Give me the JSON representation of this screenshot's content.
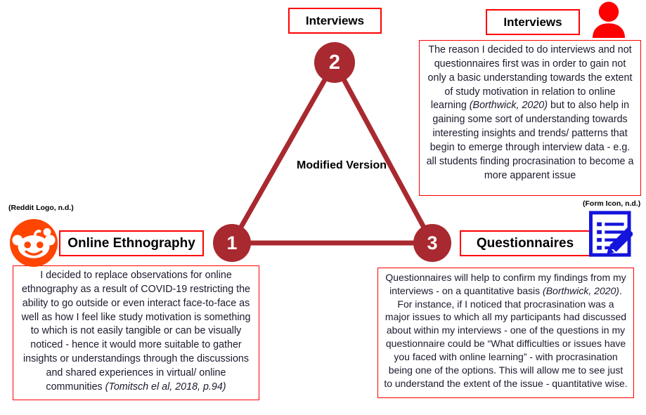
{
  "diagram": {
    "center_caption": "Modified Version",
    "accent_dark_red": "#A8292F",
    "accent_red": "#FF0000",
    "reddit_orange": "#FF4500",
    "form_blue": "#1414DC"
  },
  "nodes": [
    {
      "number": "1",
      "label": "Online Ethnography"
    },
    {
      "number": "2",
      "label": "Interviews"
    },
    {
      "number": "3",
      "label": "Questionnaires"
    }
  ],
  "labels": {
    "interviews_top": "Interviews",
    "interviews_right": "Interviews",
    "online_ethnography": "Online Ethnography",
    "questionnaires": "Questionnaires"
  },
  "captions": {
    "reddit": "(Reddit Logo, n.d.)",
    "form": "(Form Icon, n.d.)"
  },
  "notes": {
    "interviews": {
      "part1": "The reason I decided to do interviews and not questionnaires first was in order to gain not only a basic understanding towards the extent of study motivation in relation to online learning ",
      "citation1": "(Borthwick, 2020)",
      "part2": " but to also help in gaining some sort of understanding towards interesting insights and trends/ patterns that begin to emerge through interview data - e.g. all students finding procrasination to become a more apparent issue"
    },
    "ethnography": {
      "part1": "I decided to replace observations for online ethnography as a result of COVID-19 restricting the ability to go outside or even interact face-to-face as well as how I feel like study motivation is something to which is not easily tangible or can be visually noticed - hence it would more suitable to gather insights or understandings through the discussions and shared experiences in virtual/ online communities ",
      "citation1": "(Tomitsch el al, 2018, p.94)"
    },
    "questionnaires": {
      "part1": "Questionnaires will help to confirm my findings from my interviews - on a quantitative basis ",
      "citation1": "(Borthwick, 2020)",
      "part2": ". For instance, if I noticed that procrasination was a major issues to which all my participants had discussed about within my interviews - one of the questions in my questionnaire could be “What difficulties or issues have you faced with online learning” - with procrasination being one of the options. This will allow me to see just to understand the extent of the issue - quantitative wise."
    }
  },
  "icons": {
    "reddit": "reddit-logo-icon",
    "person": "person-icon",
    "form": "form-icon"
  }
}
